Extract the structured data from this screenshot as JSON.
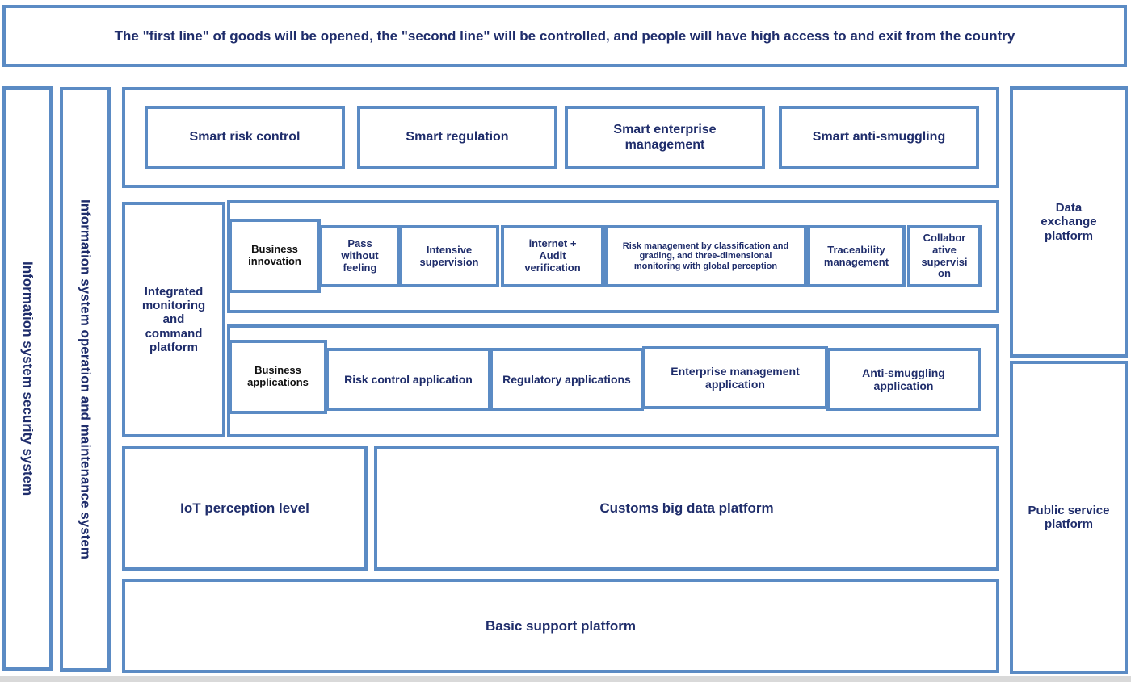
{
  "diagram": {
    "title": "The \"first line\" of goods will be opened, the \"second line\" will be controlled, and people will have high access to and exit from the country",
    "left_columns": {
      "security_system": "Information system security system",
      "operation_system": "Information system operation and maintenance system"
    },
    "smart_row": [
      "Smart risk control",
      "Smart regulation",
      "Smart enterprise management",
      "Smart anti-smuggling"
    ],
    "integrated_platform": "Integrated monitoring and command platform",
    "innovation_row": {
      "head": "Business innovation",
      "items": [
        "Pass without feeling",
        "Intensive supervision",
        "internet + Audit verification",
        "Risk management by classification and grading, and three-dimensional monitoring with global perception",
        "Traceability management",
        "Collabor ative supervisi on"
      ]
    },
    "applications_row": {
      "head": "Business applications",
      "items": [
        "Risk control application",
        "Regulatory applications",
        "Enterprise management application",
        "Anti-smuggling application"
      ]
    },
    "iot_level": "IoT perception level",
    "big_data_platform": "Customs big data platform",
    "basic_support": "Basic support platform",
    "right_columns": {
      "data_exchange": "Data exchange platform",
      "public_service": "Public service platform"
    }
  }
}
